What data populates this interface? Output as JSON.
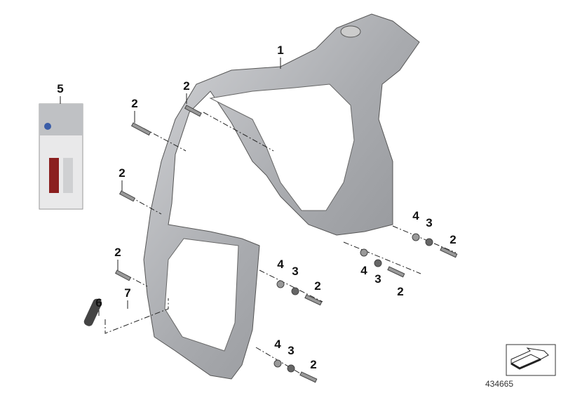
{
  "diagram": {
    "callouts": [
      "1",
      "2",
      "2",
      "5",
      "2",
      "2",
      "7",
      "6",
      "4",
      "3",
      "2",
      "4",
      "3",
      "2",
      "4",
      "3",
      "2",
      "4",
      "3",
      "2"
    ],
    "reference_number": "434665",
    "icons": [
      "frame-part",
      "touch-up-paint-pen-package",
      "bolt",
      "washer",
      "spacer",
      "rubber-buffer",
      "direction-arrow-icon"
    ],
    "colors": {
      "frame": "#b8b9bc",
      "frame_shadow": "#7d7f83",
      "outline": "#333333"
    }
  }
}
